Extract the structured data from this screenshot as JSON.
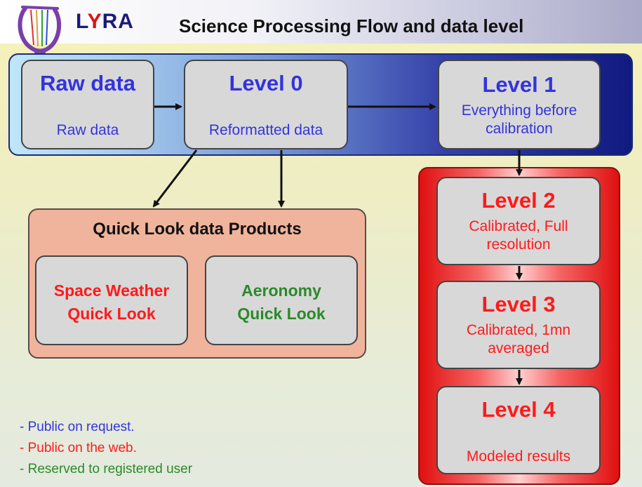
{
  "header": {
    "brand_part1": "L",
    "brand_part2": "Y",
    "brand_part3": "RA",
    "title": "Science Processing Flow and data level"
  },
  "nodes": {
    "raw": {
      "title": "Raw data",
      "subtitle": "Raw data"
    },
    "level0": {
      "title": "Level 0",
      "subtitle": "Reformatted data"
    },
    "level1": {
      "title": "Level 1",
      "subtitle_line1": "Everything before",
      "subtitle_line2": "calibration"
    },
    "level2": {
      "title": "Level 2",
      "subtitle_line1": "Calibrated, Full",
      "subtitle_line2": "resolution"
    },
    "level3": {
      "title": "Level 3",
      "subtitle_line1": "Calibrated, 1mn",
      "subtitle_line2": "averaged"
    },
    "level4": {
      "title": "Level 4",
      "subtitle": "Modeled results"
    }
  },
  "quicklook": {
    "title": "Quick Look data Products",
    "space_weather_line1": "Space Weather",
    "space_weather_line2": "Quick Look",
    "aeronomy_line1": "Aeronomy",
    "aeronomy_line2": "Quick Look"
  },
  "legend": {
    "public_request": "- Public on request.",
    "public_web": "- Public on the web.",
    "reserved": "- Reserved to registered user"
  },
  "colors": {
    "public_request": "#3333dd",
    "public_web": "#ff1a1a",
    "reserved": "#2a8a2a"
  },
  "icons": {
    "logo": "lyre-icon"
  }
}
